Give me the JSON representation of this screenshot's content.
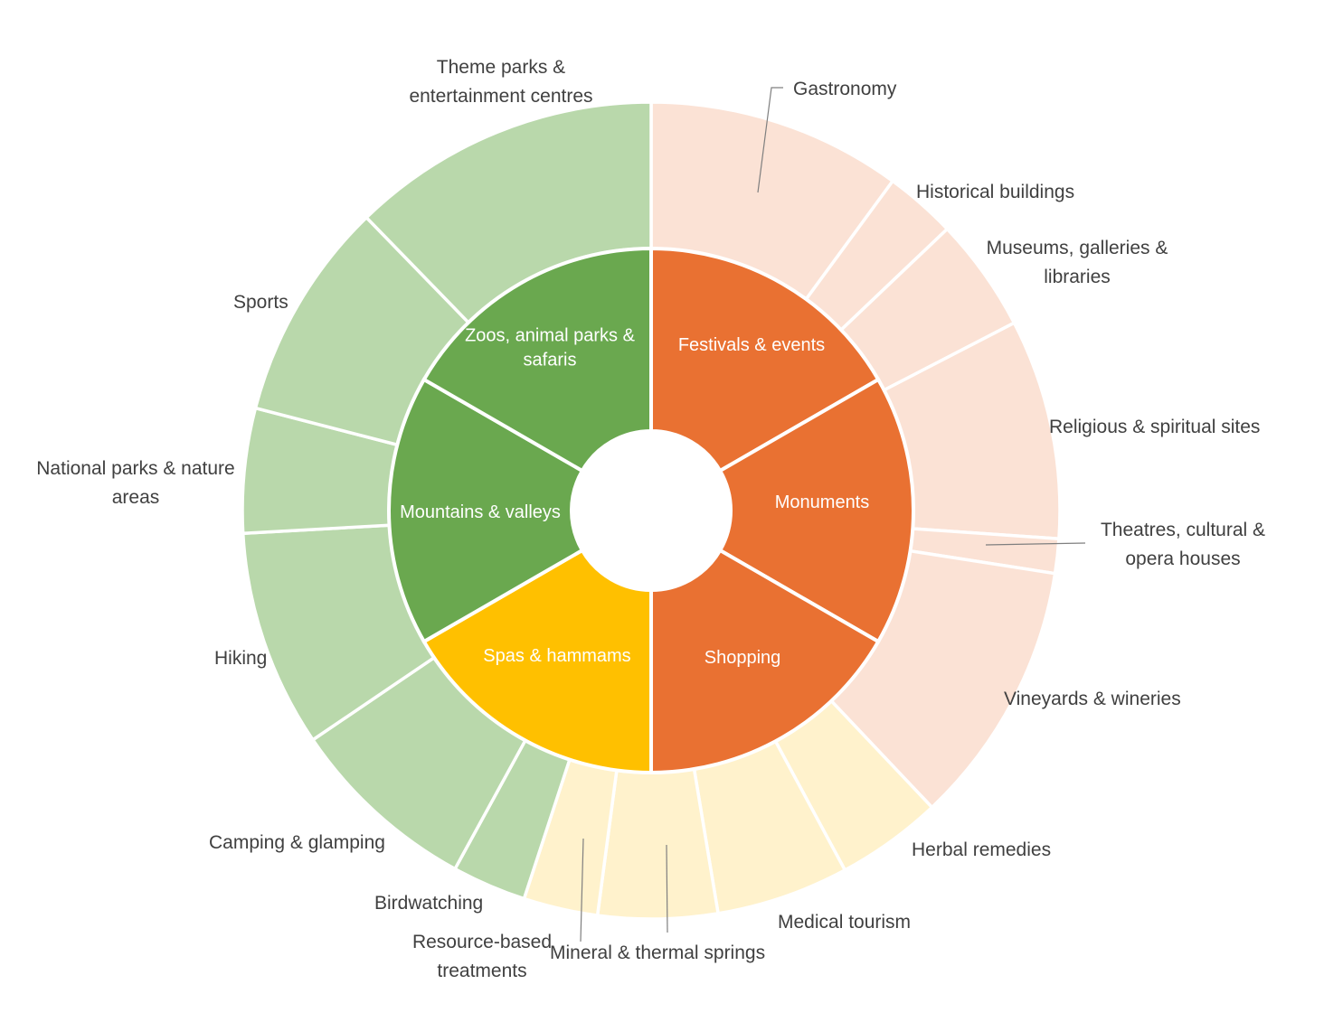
{
  "chart_data": {
    "type": "sunburst",
    "title": "",
    "inner": [
      {
        "name": "Festivals & events",
        "label_lines": [
          "Festivals & events"
        ],
        "value": 10,
        "color": "#E97132"
      },
      {
        "name": "Monuments",
        "label_lines": [
          "Monuments"
        ],
        "value": 10,
        "color": "#E97132"
      },
      {
        "name": "Shopping",
        "label_lines": [
          "Shopping"
        ],
        "value": 10,
        "color": "#E97132"
      },
      {
        "name": "Spas & hammams",
        "label_lines": [
          "Spas & hammams"
        ],
        "value": 10,
        "color": "#FFC000"
      },
      {
        "name": "Mountains & valleys",
        "label_lines": [
          "Mountains & valleys"
        ],
        "value": 10,
        "color": "#6AA84F"
      },
      {
        "name": "Zoos, animal parks & safaris",
        "label_lines": [
          "Zoos, animal parks &",
          "safaris"
        ],
        "value": 10,
        "color": "#6AA84F"
      }
    ],
    "outer": [
      {
        "name": "Gastronomy",
        "label_lines": [
          "Gastronomy"
        ],
        "value": 9.6,
        "color": "#FBE2D5"
      },
      {
        "name": "Historical buildings",
        "label_lines": [
          "Historical buildings"
        ],
        "value": 2.7,
        "color": "#FBE2D5"
      },
      {
        "name": "Museums, galleries & libraries",
        "label_lines": [
          "Museums, galleries &",
          "libraries"
        ],
        "value": 4.3,
        "color": "#FBE2D5"
      },
      {
        "name": "Religious & spiritual sites",
        "label_lines": [
          "Religious & spiritual sites"
        ],
        "value": 8.3,
        "color": "#FBE2D5"
      },
      {
        "name": "Theatres, cultural & opera houses",
        "label_lines": [
          "Theatres, cultural &",
          "opera houses"
        ],
        "value": 1.3,
        "color": "#FBE2D5"
      },
      {
        "name": "Vineyards & wineries",
        "label_lines": [
          "Vineyards & wineries"
        ],
        "value": 10.0,
        "color": "#FBE2D5"
      },
      {
        "name": "Herbal remedies",
        "label_lines": [
          "Herbal remedies"
        ],
        "value": 4.0,
        "color": "#FFF2CC"
      },
      {
        "name": "Medical tourism",
        "label_lines": [
          "Medical tourism"
        ],
        "value": 5.0,
        "color": "#FFF2CC"
      },
      {
        "name": "Mineral & thermal springs",
        "label_lines": [
          "Mineral & thermal springs"
        ],
        "value": 4.5,
        "color": "#FFF2CC"
      },
      {
        "name": "Resource-based treatments",
        "label_lines": [
          "Resource-based",
          "treatments"
        ],
        "value": 2.8,
        "color": "#FFF2CC"
      },
      {
        "name": "Birdwatching",
        "label_lines": [
          "Birdwatching"
        ],
        "value": 2.8,
        "color": "#B9D8AB"
      },
      {
        "name": "Camping & glamping",
        "label_lines": [
          "Camping & glamping"
        ],
        "value": 7.2,
        "color": "#B9D8AB"
      },
      {
        "name": "Hiking",
        "label_lines": [
          "Hiking"
        ],
        "value": 8.2,
        "color": "#B9D8AB"
      },
      {
        "name": "National parks & nature areas",
        "label_lines": [
          "National parks & nature",
          "areas"
        ],
        "value": 4.7,
        "color": "#B9D8AB"
      },
      {
        "name": "Sports",
        "label_lines": [
          "Sports"
        ],
        "value": 8.3,
        "color": "#B9D8AB"
      },
      {
        "name": "Theme parks & entertainment centres",
        "label_lines": [
          "Theme parks &",
          "entertainment centres"
        ],
        "value": 11.7,
        "color": "#B9D8AB"
      }
    ],
    "legend": "none"
  }
}
